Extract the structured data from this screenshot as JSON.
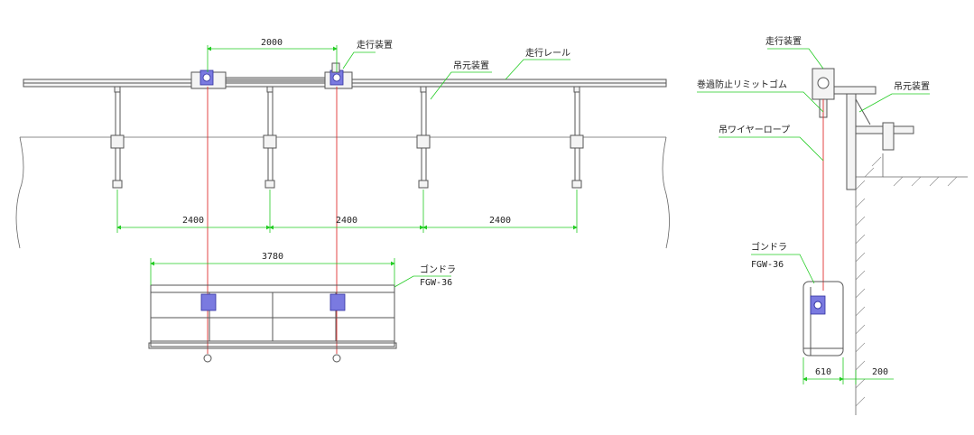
{
  "front_view": {
    "dims": {
      "carriage_span": "2000",
      "span_1": "2400",
      "span_2": "2400",
      "span_3": "2400",
      "gondola_length": "3780"
    },
    "labels": {
      "travel_device": "走行装置",
      "hanger_device": "吊元装置",
      "travel_rail": "走行レール",
      "gondola": "ゴンドラ",
      "gondola_model": "FGW-36"
    }
  },
  "side_view": {
    "labels": {
      "travel_device": "走行装置",
      "overwind_limit_rubber": "巻過防止リミットゴム",
      "hanger_device": "吊元装置",
      "wire_rope": "吊ワイヤーロープ",
      "gondola": "ゴンドラ",
      "gondola_model": "FGW-36"
    },
    "dims": {
      "gondola_width": "610",
      "wall_offset": "200"
    }
  },
  "colors": {
    "dimension_line": "#22cc22",
    "wire_rope": "#e03030",
    "hoist_motor": "#7a7ae0",
    "steel": "#555555"
  }
}
